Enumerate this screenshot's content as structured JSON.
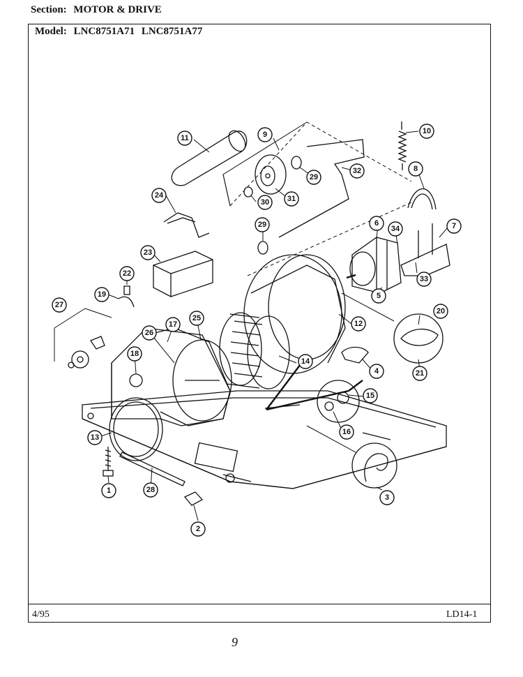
{
  "header": {
    "section_label": "Section:",
    "section_value": "MOTOR & DRIVE",
    "model_label": "Model:",
    "model_1": "LNC8751A71",
    "model_2": "LNC8751A77"
  },
  "footer": {
    "date": "4/95",
    "page_code": "LD14-1",
    "scribble": "9"
  },
  "callouts": {
    "c1": "1",
    "c2": "2",
    "c3": "3",
    "c4": "4",
    "c5": "5",
    "c6": "6",
    "c7": "7",
    "c8": "8",
    "c9": "9",
    "c10": "10",
    "c11": "11",
    "c12": "12",
    "c13": "13",
    "c14": "14",
    "c15": "15",
    "c16": "16",
    "c17": "17",
    "c18": "18",
    "c19": "19",
    "c20": "20",
    "c21": "21",
    "c22": "22",
    "c23": "23",
    "c24": "24",
    "c25": "25",
    "c26": "26",
    "c27": "27",
    "c28": "28",
    "c29a": "29",
    "c29b": "29",
    "c30": "30",
    "c31": "31",
    "c32": "32",
    "c33": "33",
    "c34": "34"
  }
}
